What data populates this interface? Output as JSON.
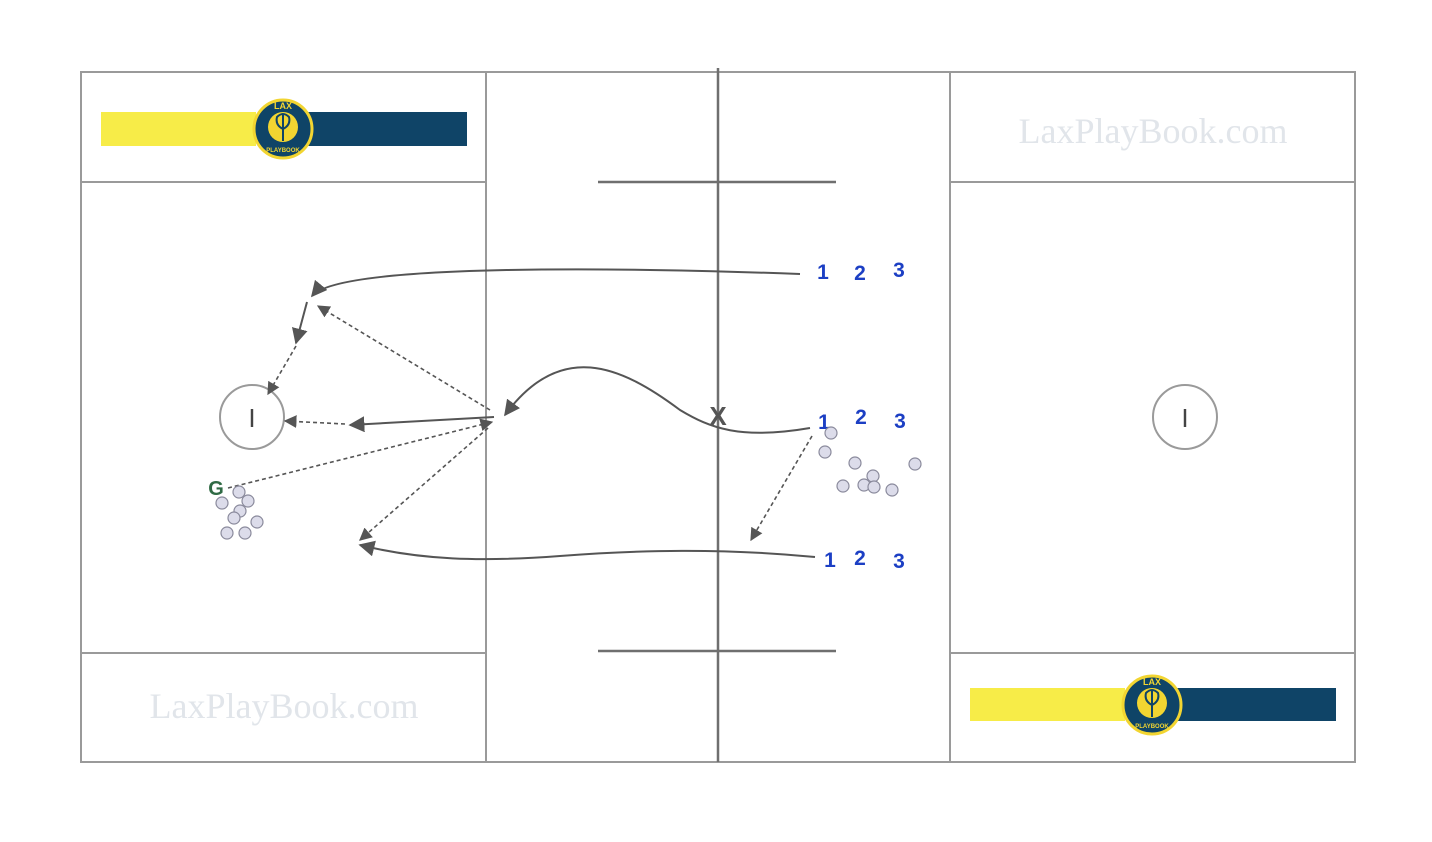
{
  "watermarks": {
    "top_right": "LaxPlayBook.com",
    "bottom_left": "LaxPlayBook.com"
  },
  "logo": {
    "top_text": "LAX",
    "bottom_text": "PLAYBOOK",
    "colors": {
      "yellow": "#f7ec48",
      "navy": "#0f4467",
      "badge_ring": "#f2d531"
    }
  },
  "rows": {
    "top": {
      "p1": "1",
      "p2": "2",
      "p3": "3"
    },
    "middle": {
      "p1": "1",
      "p2": "2",
      "p3": "3"
    },
    "bottom": {
      "p1": "1",
      "p2": "2",
      "p3": "3"
    }
  },
  "goalie_label": "G",
  "faceoff_mark": "X",
  "goal_marks": {
    "left": "I",
    "right": "I"
  },
  "colors": {
    "player_numbers": "#1c3fc4",
    "goalie": "#2f6a44",
    "field_lines": "#9a9a9a",
    "balls": "#dcdcea"
  }
}
